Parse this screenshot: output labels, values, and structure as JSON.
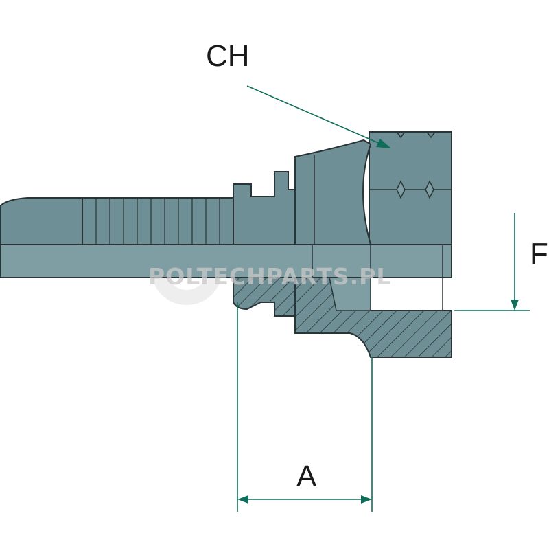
{
  "labels": {
    "ch": "CH",
    "f": "F",
    "a": "A"
  },
  "watermark": {
    "text": "POLTECHPARTS.PL"
  },
  "colors": {
    "steel": "#6e8f95",
    "steel_light": "#7e9ea4",
    "outline": "#2a3436",
    "dimension": "#0f6e5a",
    "hatch": "#2a3436"
  }
}
